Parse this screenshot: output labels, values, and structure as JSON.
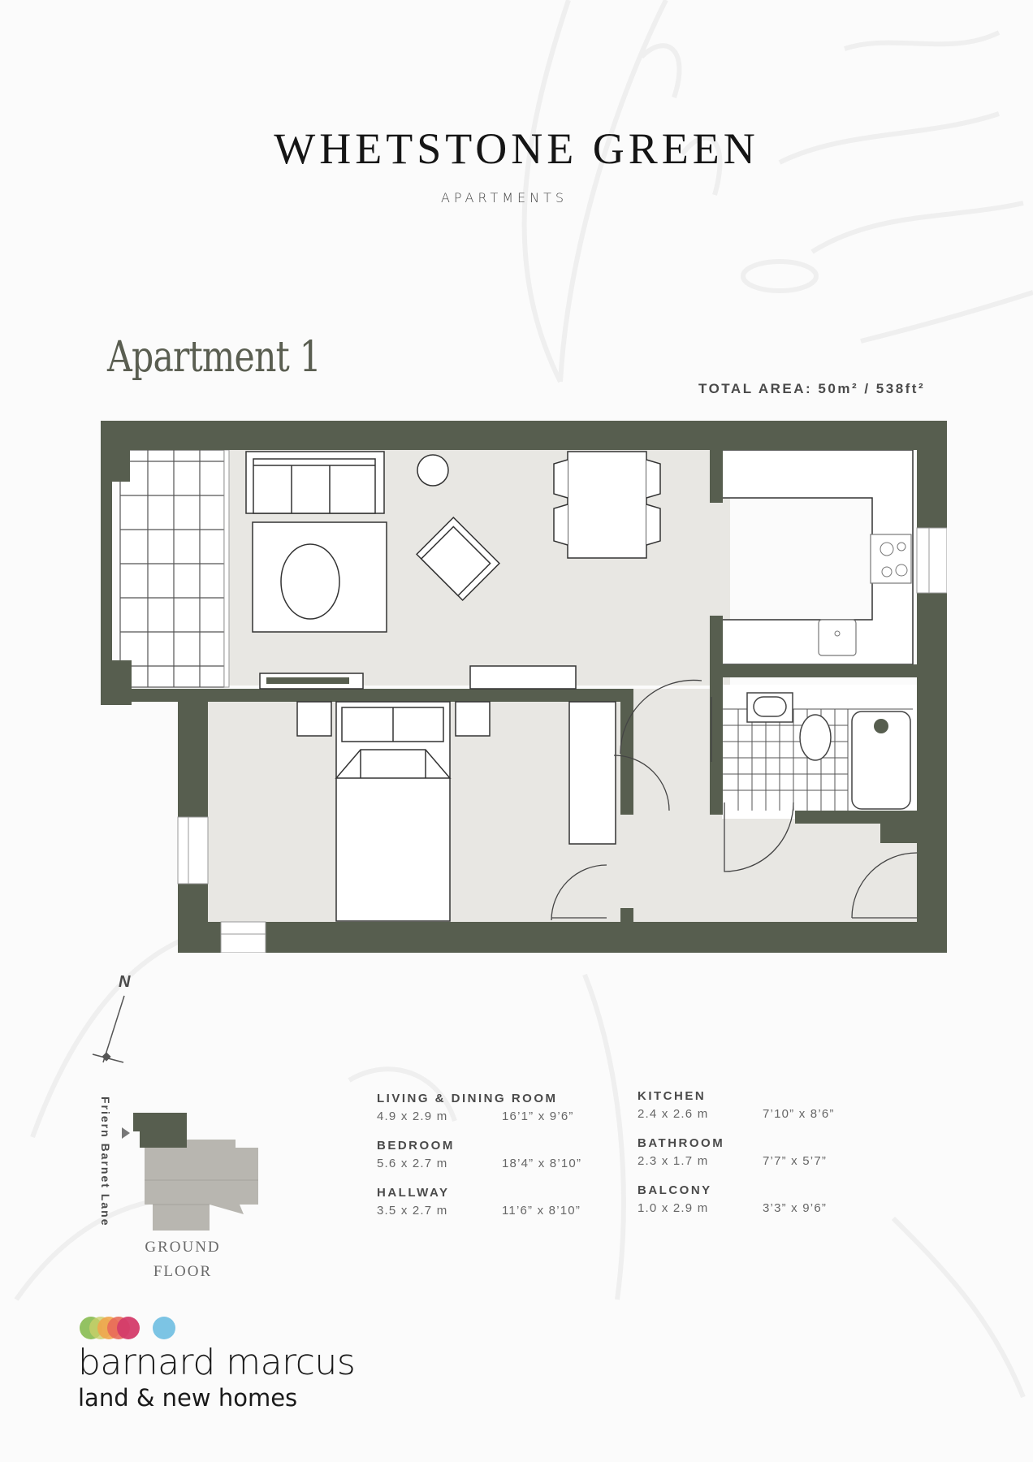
{
  "header": {
    "title": "WHETSTONE GREEN",
    "subtitle": "APARTMENTS"
  },
  "apartment": {
    "name": "Apartment 1",
    "total_area": "TOTAL AREA: 50m² / 538ft²"
  },
  "colors": {
    "wall": "#575e4f",
    "floor": "#e8e7e3",
    "fixture_fill": "#ffffff",
    "line": "#3a3a3a",
    "site_block": "#b8b6b0"
  },
  "compass": {
    "label": "N",
    "icon": "north-arrow-icon"
  },
  "location": {
    "street": "Friern Barnet Lane",
    "floor_line1": "GROUND",
    "floor_line2": "FLOOR"
  },
  "rooms": [
    {
      "name": "LIVING & DINING ROOM",
      "metric": "4.9 x 2.9 m",
      "imperial": "16’1” x 9’6”"
    },
    {
      "name": "KITCHEN",
      "metric": "2.4 x 2.6 m",
      "imperial": "7’10” x 8’6”"
    },
    {
      "name": "BEDROOM",
      "metric": "5.6 x 2.7 m",
      "imperial": "18’4” x 8’10”"
    },
    {
      "name": "BATHROOM",
      "metric": "2.3 x 1.7 m",
      "imperial": "7’7” x 5’7”"
    },
    {
      "name": "HALLWAY",
      "metric": "3.5  x 2.7 m",
      "imperial": "11’6” x 8’10”"
    },
    {
      "name": "BALCONY",
      "metric": "1.0 x 2.9 m",
      "imperial": "3’3” x 9’6”"
    }
  ],
  "brand": {
    "name": "barnard marcus",
    "tagline": "land & new homes",
    "dot_colors": [
      "#8dbf5a",
      "#f0a64d",
      "#e45d6e",
      "#d43c6a",
      "#7cc4e4"
    ]
  }
}
